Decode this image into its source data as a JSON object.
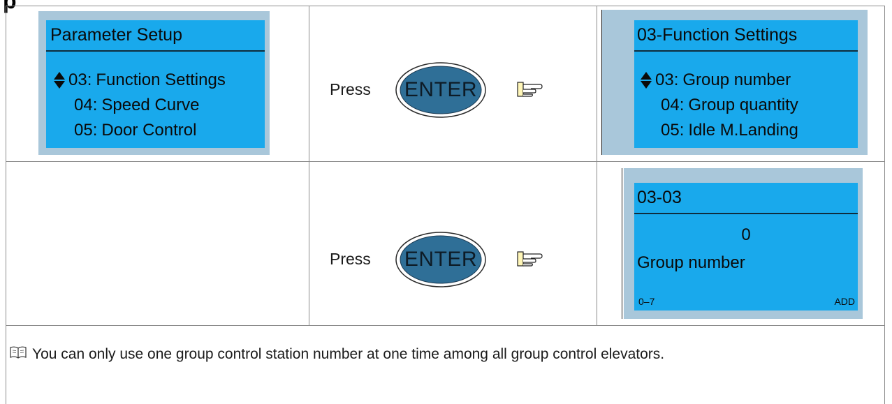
{
  "heading_fragment": "p",
  "rows": [
    {
      "left_screen": {
        "title": "Parameter Setup",
        "items": [
          {
            "code": "03:",
            "label": "Function Settings",
            "selected": true
          },
          {
            "code": "04:",
            "label": "Speed Curve",
            "selected": false
          },
          {
            "code": "05:",
            "label": "Door Control",
            "selected": false
          }
        ]
      },
      "action": {
        "press_label": "Press",
        "button_label": "ENTER"
      },
      "right_screen": {
        "title": "03-Function Settings",
        "items": [
          {
            "code": "03:",
            "label": "Group number",
            "selected": true
          },
          {
            "code": "04:",
            "label": "Group quantity",
            "selected": false
          },
          {
            "code": "05:",
            "label": "Idle M.Landing",
            "selected": false
          }
        ]
      }
    },
    {
      "action": {
        "press_label": "Press",
        "button_label": "ENTER"
      },
      "right_screen": {
        "title": "03-03",
        "value": "0",
        "param_name": "Group number",
        "range": "0–7",
        "mode": "ADD"
      }
    }
  ],
  "note": "You can only use one group control station number at one time among all group control elevators.",
  "colors": {
    "lcd_background": "#19a9ec",
    "lcd_frame": "#a9c7da",
    "enter_button": "#2f6f97",
    "grid_line": "#8c8c8c"
  },
  "icons": [
    "updown-arrow-icon",
    "pointing-hand-icon",
    "book-icon"
  ]
}
